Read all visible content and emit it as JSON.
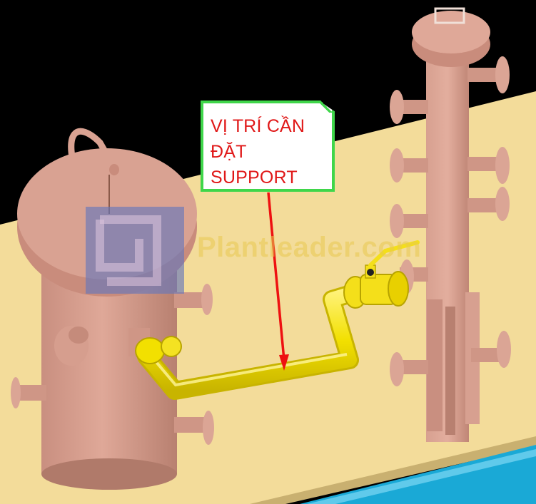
{
  "callout": {
    "lines": [
      "VỊ TRÍ CẦN",
      "ĐẶT",
      "SUPPORT"
    ]
  },
  "watermark": {
    "text": "Plantleader.com"
  },
  "colors": {
    "background": "#000000",
    "floor": "#f3dc9a",
    "equipment": "#d59e8e",
    "pipe": "#f2e000",
    "valve": "#f4df1a",
    "edge_strip": "#1aa9d6",
    "callout_border": "#3fd64a",
    "callout_text": "#e01818",
    "arrow": "#ee1111",
    "logo_blue": "#6677bb"
  }
}
